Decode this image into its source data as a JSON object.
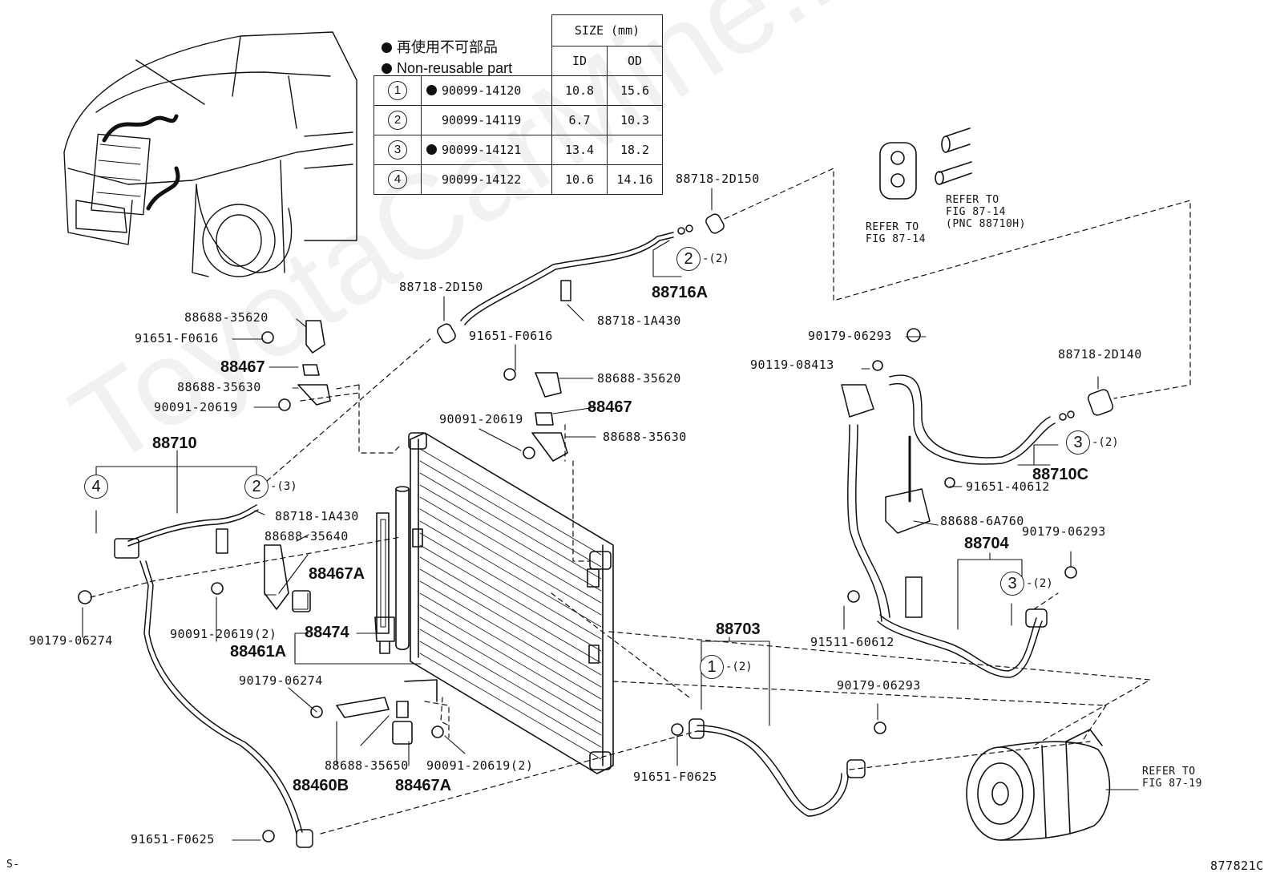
{
  "watermark": "ToyotaCarMine.ru",
  "legend": {
    "jp": "再使用不可部品",
    "en": "Non-reusable part"
  },
  "size_table": {
    "header": "SIZE (mm)",
    "col_id": "ID",
    "col_od": "OD",
    "rows": [
      {
        "no": "1",
        "part": "90099-14120",
        "id": "10.8",
        "od": "15.6",
        "non_reusable": true
      },
      {
        "no": "2",
        "part": "90099-14119",
        "id": "6.7",
        "od": "10.3",
        "non_reusable": false
      },
      {
        "no": "3",
        "part": "90099-14121",
        "id": "13.4",
        "od": "18.2",
        "non_reusable": true
      },
      {
        "no": "4",
        "part": "90099-14122",
        "id": "10.6",
        "od": "14.16",
        "non_reusable": false
      }
    ]
  },
  "labels": {
    "p88718_2d150_top": "88718-2D150",
    "p88718_2d150_mid": "88718-2D150",
    "p88716a": "88716A",
    "p88718_1a430_top": "88718-1A430",
    "p88718_1a430_left": "88718-1A430",
    "p88688_35620_left": "88688-35620",
    "p91651_f0616_left": "91651-F0616",
    "p88467_left": "88467",
    "p88688_35630_left": "88688-35630",
    "p90091_20619_left": "90091-20619",
    "p88710": "88710",
    "p91651_f0616_mid": "91651-F0616",
    "p88688_35620_mid": "88688-35620",
    "p88467_mid": "88467",
    "p90091_20619_mid": "90091-20619",
    "p88688_35630_mid": "88688-35630",
    "p88688_35640": "88688-35640",
    "p88467a_top": "88467A",
    "p90091_20619_2a": "90091-20619(2)",
    "p90179_06274_left": "90179-06274",
    "p88474": "88474",
    "p88461a": "88461A",
    "p90179_06274_mid": "90179-06274",
    "p88688_35650": "88688-35650",
    "p90091_20619_2b": "90091-20619(2)",
    "p88460b": "88460B",
    "p88467a_bot": "88467A",
    "p91651_f0625_bot": "91651-F0625",
    "p88703": "88703",
    "p91651_f0625_mid": "91651-F0625",
    "p90179_06293_a": "90179-06293",
    "p90119_08413": "90119-08413",
    "p88718_2d140": "88718-2D140",
    "p88710c": "88710C",
    "p91651_40612": "91651-40612",
    "p88688_6a760": "88688-6A760",
    "p90179_06293_b": "90179-06293",
    "p88704": "88704",
    "p91511_60612": "91511-60612",
    "p90179_06293_c": "90179-06293",
    "refer_87_14_a": [
      "REFER TO",
      "FIG 87-14"
    ],
    "refer_87_14_b": [
      "REFER TO",
      "FIG 87-14",
      "(PNC 88710H)"
    ],
    "refer_87_19": [
      "REFER TO",
      "FIG 87-19"
    ],
    "corner_left": "S-",
    "fig_code": "877821C"
  },
  "callouts": {
    "c2_top": {
      "no": "2",
      "qty": "-(2)"
    },
    "c4": {
      "no": "4",
      "qty": ""
    },
    "c2_left": {
      "no": "2",
      "qty": "-(3)"
    },
    "c3_right": {
      "no": "3",
      "qty": "-(2)"
    },
    "c3_mid": {
      "no": "3",
      "qty": "-(2)"
    },
    "c1": {
      "no": "1",
      "qty": "-(2)"
    }
  }
}
